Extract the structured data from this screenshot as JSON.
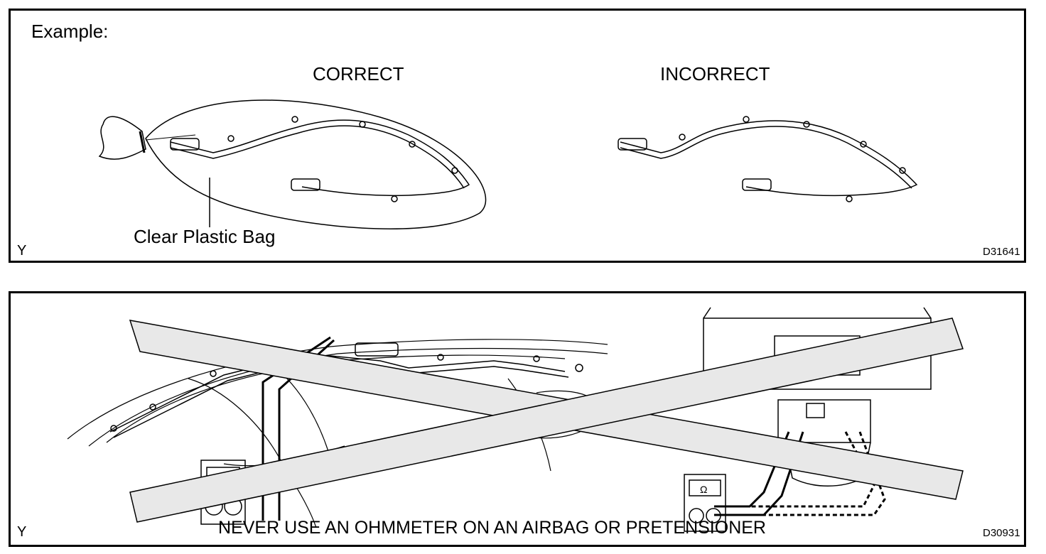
{
  "top_panel": {
    "example_label": "Example:",
    "correct_label": "CORRECT",
    "incorrect_label": "INCORRECT",
    "bag_label": "Clear Plastic Bag",
    "corner_mark": "Y",
    "figure_code": "D31641"
  },
  "bottom_panel": {
    "warning_text": "NEVER USE AN OHMMETER ON AN AIRBAG OR PRETENSIONER",
    "corner_mark": "Y",
    "figure_code": "D30931",
    "meter_symbol": "Ω"
  }
}
